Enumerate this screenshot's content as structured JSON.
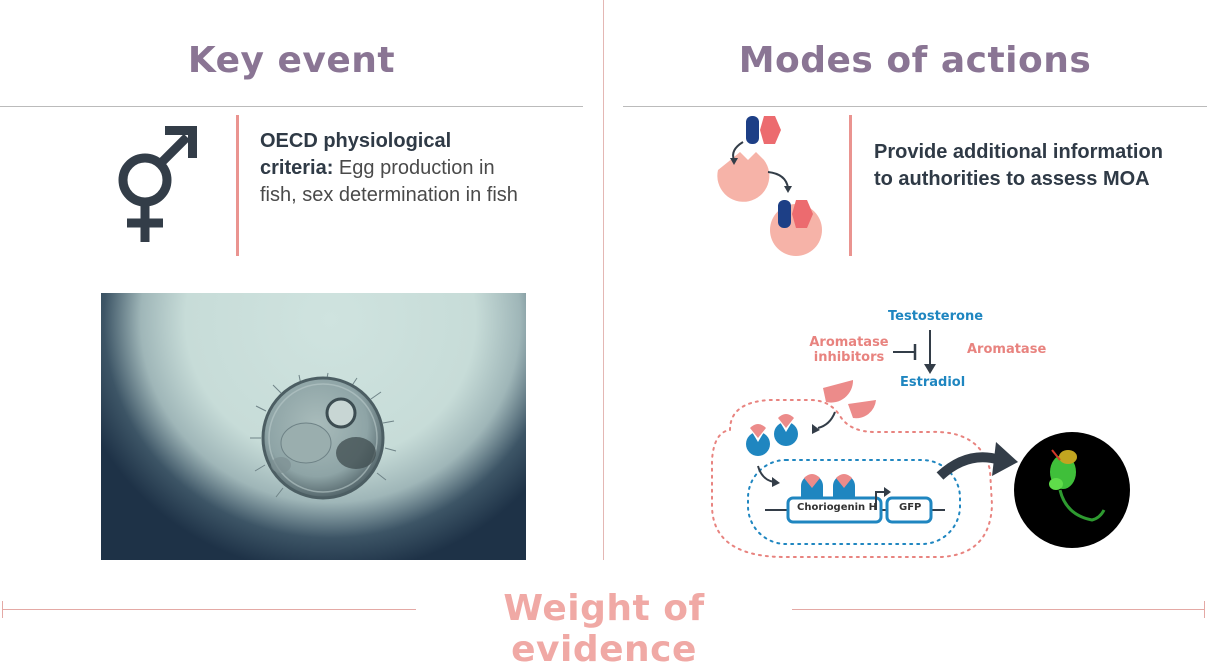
{
  "left": {
    "heading": "Key event",
    "criteria_bold": "OECD physiological criteria:",
    "criteria_text": " Egg production in fish, sex determination in fish"
  },
  "right": {
    "heading": "Modes of actions",
    "moa_text": "Provide additional information to authorities to assess MOA"
  },
  "diagram": {
    "testosterone": "Testosterone",
    "aromatase_inhibitors": "Aromatase inhibitors",
    "aromatase": "Aromatase",
    "estradiol": "Estradiol",
    "gene": "Choriogenin H",
    "reporter": "GFP"
  },
  "footer": {
    "title": "Weight of evidence"
  },
  "colors": {
    "heading": "#8a7594",
    "accent": "#ea9490",
    "pink_text": "#e8837f",
    "blue": "#1f86c0",
    "dark": "#2f3a46"
  }
}
